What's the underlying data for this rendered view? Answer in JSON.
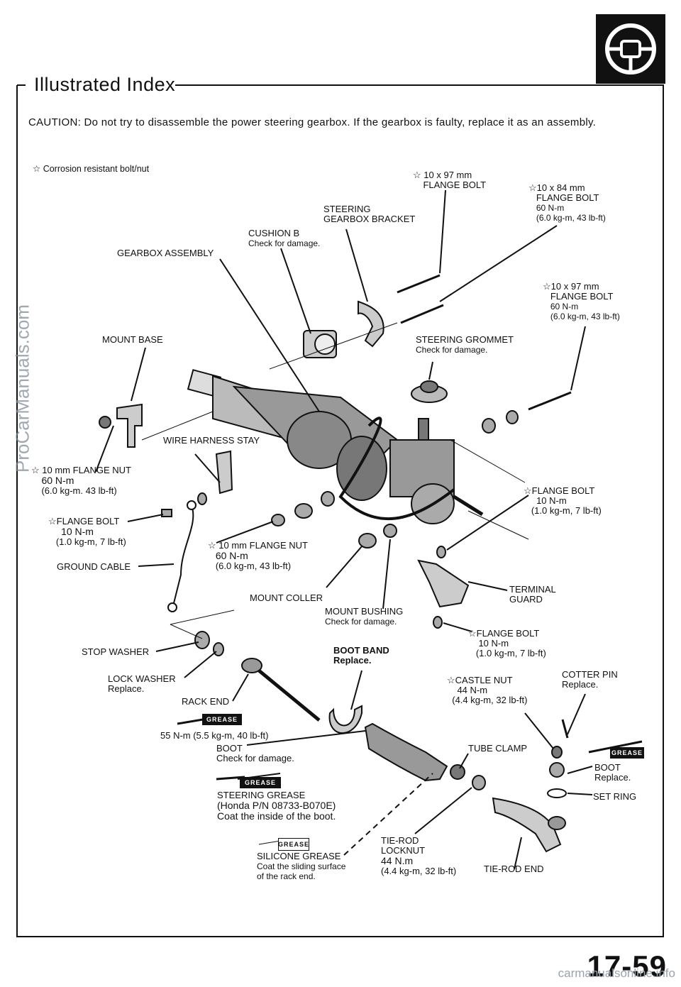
{
  "header": {
    "title": "Illustrated Index",
    "caution": "CAUTION:  Do not try to disassemble the power steering gearbox. If the gearbox is faulty, replace it as an assembly.",
    "legend": "Corrosion  resistant  bolt/nut",
    "icon": "steering-wheel-icon"
  },
  "labels": {
    "bolt_97_top": [
      "10 x 97  mm",
      "FLANGE BOLT"
    ],
    "bolt_84": [
      "10 x 84 mm",
      "FLANGE BOLT",
      "60 N-m",
      "(6.0 kg-m, 43 lb-ft)"
    ],
    "steering_bracket": [
      "STEERING",
      "GEARBOX BRACKET"
    ],
    "cushion_b": [
      "CUSHION B",
      "Check  for  damage."
    ],
    "gearbox_assembly": "GEARBOX ASSEMBLY",
    "bolt_97_right": [
      "10 x 97  mm",
      "FLANGE BOLT",
      "60 N-m",
      "(6.0 kg-m, 43 lb-ft)"
    ],
    "mount_base": "MOUNT BASE",
    "steering_grommet": [
      "STEERING  GROMMET",
      "Check  for  damage."
    ],
    "wire_harness_stay": "WIRE  HARNESS  STAY",
    "flange_nut_left": [
      "10  mm  FLANGE  NUT",
      "60 N-m",
      "(6.0 kg-m.  43  lb-ft)"
    ],
    "flange_bolt_right": [
      "FLANGE BOLT",
      "10 N-m",
      "(1.0  kg-m,  7  lb-ft)"
    ],
    "flange_bolt_left": [
      "FLANGE  BOLT",
      "10 N-m",
      "(1.0 kg-m, 7 lb-ft)"
    ],
    "flange_nut_mid": [
      "10  mm  FLANGE  NUT",
      "60 N-m",
      "(6.0  kg-m,  43  lb-ft)"
    ],
    "ground_cable": "GROUND  CABLE",
    "terminal_guard": [
      "TERMINAL",
      "GUARD"
    ],
    "mount_coller": "MOUNT  COLLER",
    "mount_bushing": [
      "MOUNT  BUSHING",
      "Check  for  damage."
    ],
    "flange_bolt_lower": [
      "FLANGE BOLT",
      "10 N-m",
      "(1.0  kg-m,  7  lb-ft)"
    ],
    "stop_washer": "STOP  WASHER",
    "boot_band": [
      "BOOT BAND",
      "Replace."
    ],
    "lock_washer": [
      "LOCK  WASHER",
      "Replace."
    ],
    "castle_nut": [
      "CASTLE  NUT",
      "44 N-m",
      "(4.4  kg-m,  32  lb-ft)"
    ],
    "cotter_pin": [
      "COTTER  PIN",
      "Replace."
    ],
    "rack_end": "RACK  END",
    "rack_torque": "55  N-m  (5.5  kg-m,  40  lb-ft)",
    "boot_left": [
      "BOOT",
      "Check  for  damage."
    ],
    "tube_clamp": "TUBE  CLAMP",
    "boot_right": [
      "BOOT",
      "Replace."
    ],
    "set_ring": "SET  RING",
    "steering_grease": [
      "STEERING GREASE",
      "(Honda  P/N  08733-B070E)",
      "Coat  the  inside  of  the  boot."
    ],
    "tie_rod_locknut": [
      "TIE-ROD",
      "LOCKNUT",
      "44 N.m",
      "(4.4  kg-m,  32  lb-ft)"
    ],
    "silicone_grease": [
      "SILICONE GREASE",
      "Coat  the  sliding  surface",
      "of  the  rack  end."
    ],
    "tie_rod_end": "TIE-ROD  END",
    "grease_tag": "GREASE"
  },
  "page_number": "17-59",
  "watermarks": {
    "side": "ProCarManuals.com",
    "bottom": "carmanualsonline.info"
  }
}
